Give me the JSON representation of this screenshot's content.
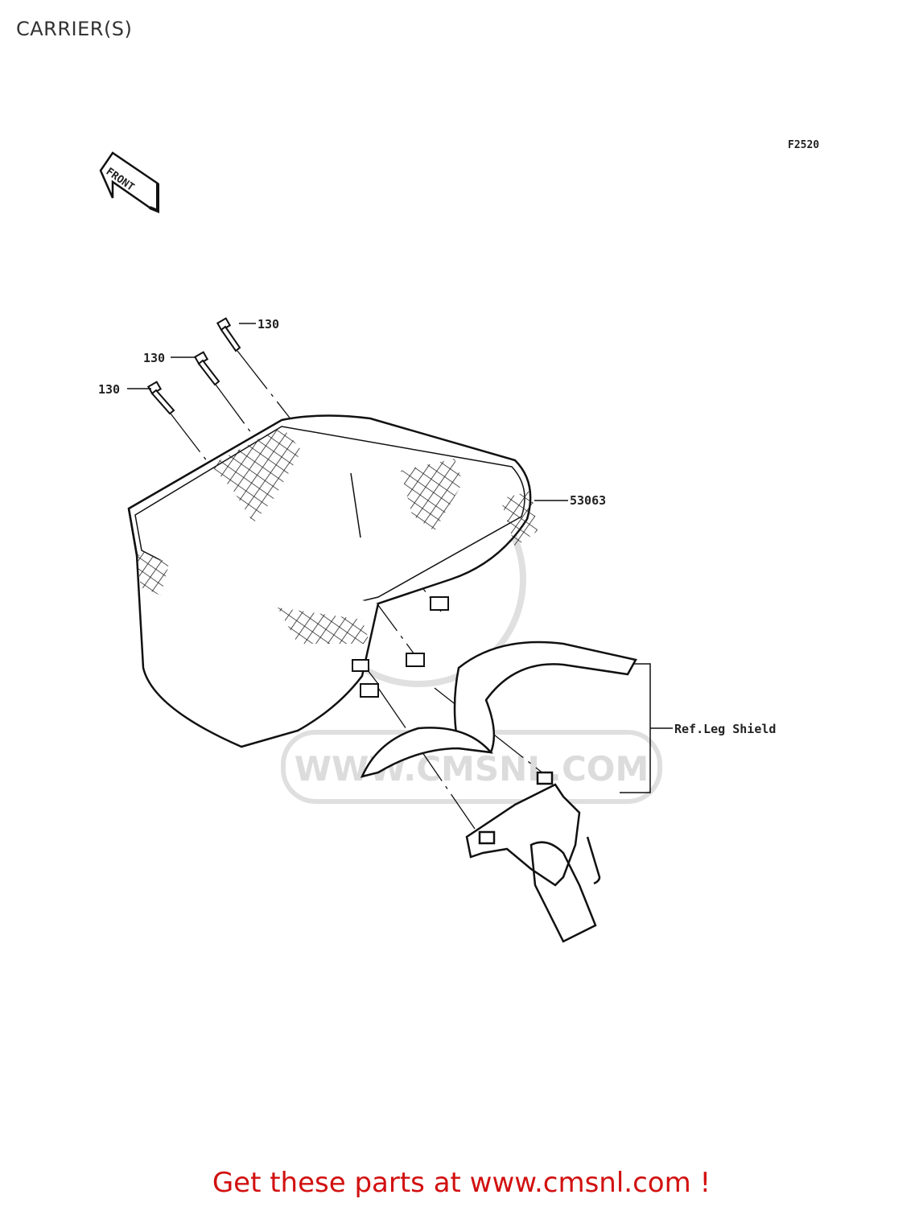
{
  "page": {
    "title": "CARRIER(S)"
  },
  "diagram": {
    "figure_code": "F2520",
    "front_marker": "FRONT",
    "watermark_url": "WWW.CMSNL.COM",
    "callouts": [
      {
        "label": "130"
      },
      {
        "label": "130"
      },
      {
        "label": "130"
      },
      {
        "label": "53063"
      },
      {
        "label": "Ref.Leg Shield"
      }
    ]
  },
  "footer": {
    "text": "Get these parts at www.cmsnl.com !",
    "color": "#d21010"
  }
}
